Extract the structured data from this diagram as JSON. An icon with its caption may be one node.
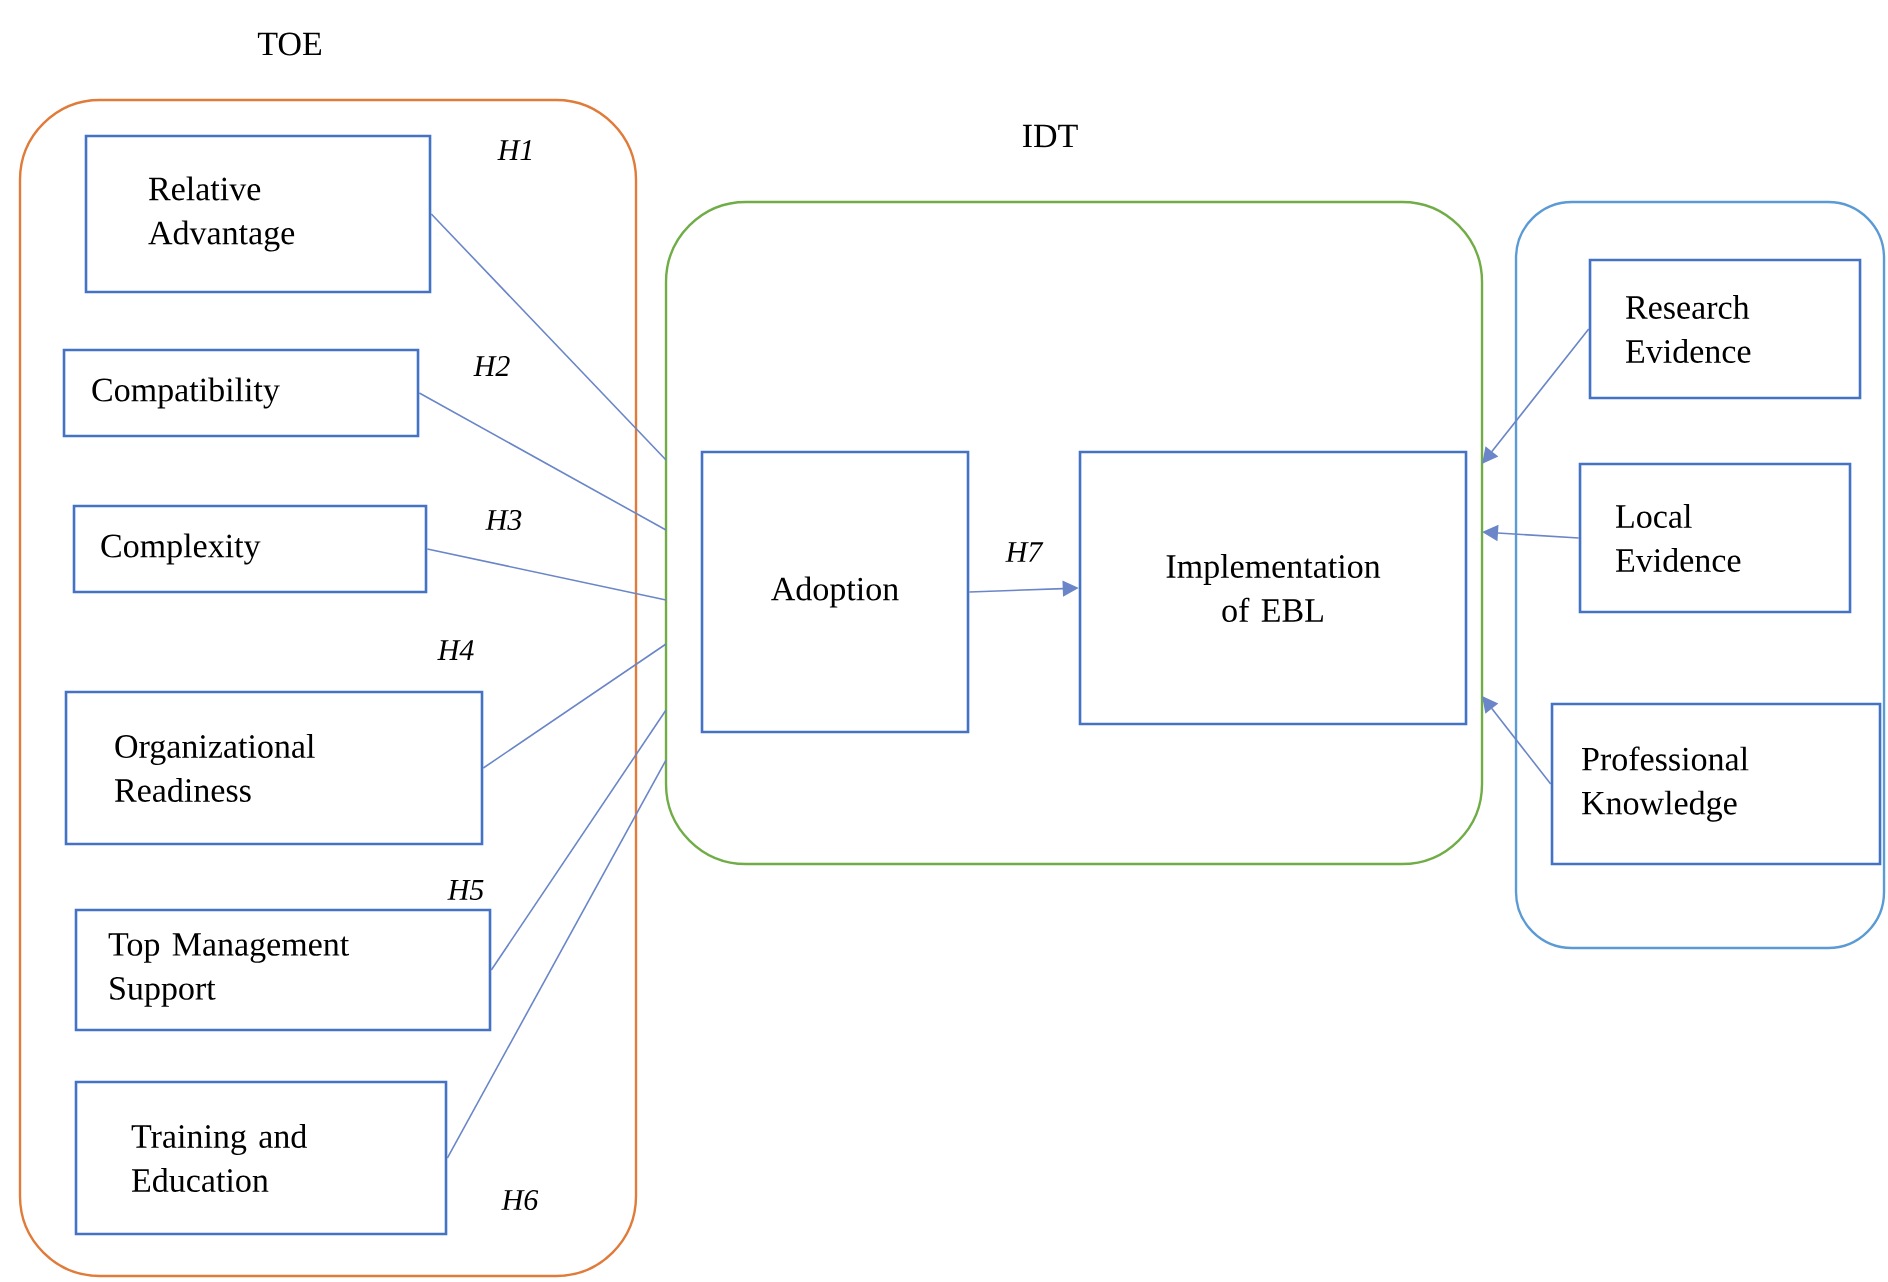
{
  "diagram": {
    "nodes": [
      {
        "text": [
          "TOE"
        ]
      },
      {
        "text": [
          "Relative Advantage"
        ],
        "in": 0
      },
      {
        "text": [
          "Compatibility"
        ],
        "in": 0
      },
      {
        "text": [
          "Complexity"
        ],
        "in": 0
      },
      {
        "text": [
          "Organizational Readiness"
        ],
        "in": 0
      },
      {
        "text": [
          "Top Management Support"
        ],
        "in": 0
      },
      {
        "text": [
          "Training and Education"
        ],
        "in": 0
      },
      {
        "text": [
          "IDT"
        ]
      },
      {
        "text": [
          "Adoption"
        ],
        "in": 7
      },
      {
        "text": [
          "Implementation of EBL"
        ],
        "in": 7
      },
      {
        "text": [],
        "shape": "box"
      },
      {
        "text": [
          "Research Evidence"
        ],
        "in": 10
      },
      {
        "text": [
          "Local Evidence"
        ],
        "in": 10
      },
      {
        "text": [
          "Professional Knowledge"
        ],
        "in": 10
      }
    ],
    "edges": [
      {
        "from": 1,
        "to": 7,
        "arrow": "none",
        "label": "H1"
      },
      {
        "from": 2,
        "to": 7,
        "arrow": "none",
        "label": "H2"
      },
      {
        "from": 3,
        "to": 7,
        "arrow": "none",
        "label": "H3"
      },
      {
        "from": 4,
        "to": 7,
        "arrow": "none",
        "label": "H4"
      },
      {
        "from": 5,
        "to": 7,
        "arrow": "none",
        "label": "H5"
      },
      {
        "from": 6,
        "to": 7,
        "arrow": "none",
        "label": "H6"
      },
      {
        "from": 8,
        "to": 9,
        "arrow": "to",
        "label": "H7"
      },
      {
        "from": 11,
        "to": 7,
        "arrow": "to"
      },
      {
        "from": 12,
        "to": 7,
        "arrow": "to"
      },
      {
        "from": 13,
        "to": 7,
        "arrow": "to"
      }
    ]
  }
}
